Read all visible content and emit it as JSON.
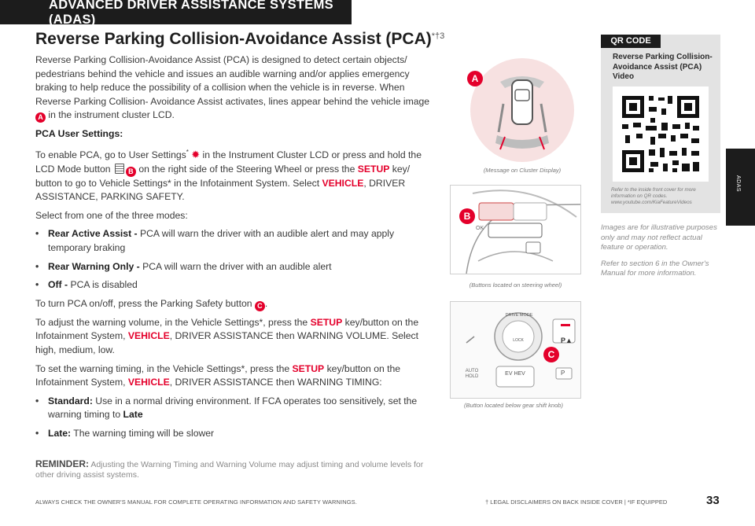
{
  "header": {
    "banner": "ADVANCED DRIVER ASSISTANCE SYSTEMS (ADAS)"
  },
  "title": {
    "text": "Reverse Parking Collision-Avoidance Assist (PCA)",
    "superscript": "*†3"
  },
  "intro": {
    "p1": "Reverse Parking Collision-Avoidance Assist (PCA) is designed to detect certain objects/ pedestrians behind the vehicle and issues an audible warning and/or applies emergency braking to help reduce the possibility of a collision when the vehicle is in reverse. When Reverse Parking Collision- Avoidance Assist activates, lines appear behind the vehicle image",
    "p1_marker": "A",
    "p1_end": "in the instrument cluster LCD."
  },
  "settings": {
    "heading": "PCA User Settings:",
    "p1_a": "To enable PCA, go to User Settings",
    "p1_star": "*",
    "p1_b": "in the Instrument Cluster LCD or press and hold the LCD Mode button",
    "p1_marker": "B",
    "p1_c": "on the right side of the Steering Wheel or press the",
    "setup": "SETUP",
    "p1_d": "key/ button to go to Vehicle Settings* in the Infotainment System. Select",
    "vehicle": "VEHICLE",
    "p1_e": ", DRIVER ASSISTANCE, PARKING SAFETY.",
    "select_modes": "Select from one of the three modes:",
    "modes": [
      {
        "name": "Rear Active Assist -",
        "desc": "PCA will warn the driver with an audible alert and may apply temporary braking"
      },
      {
        "name": "Rear Warning Only -",
        "desc": "PCA will warn the driver with an audible alert"
      },
      {
        "name": "Off -",
        "desc": "PCA is disabled"
      }
    ],
    "toggle_a": "To turn PCA on/off, press the Parking Safety button",
    "toggle_marker": "C",
    "toggle_end": ".",
    "vol_a": "To adjust the warning volume, in the Vehicle Settings*, press the",
    "vol_b": "key/button on the Infotainment System,",
    "vol_c": ", DRIVER ASSISTANCE then WARNING VOLUME. Select high, medium, low.",
    "timing_a": "To set the warning timing, in the Vehicle Settings*, press the",
    "timing_b": "key/button on the Infotainment System,",
    "timing_c": ", DRIVER ASSISTANCE then WARNING TIMING:",
    "timings": [
      {
        "name": "Standard:",
        "desc": "Use in a normal driving environment. If FCA operates too sensitively, set the warning timing to",
        "tail": "Late"
      },
      {
        "name": "Late:",
        "desc": "The warning timing will be slower",
        "tail": ""
      }
    ]
  },
  "reminder": {
    "label": "REMINDER:",
    "text": "Adjusting the Warning Timing and Warning Volume may adjust timing and volume levels for other driving assist systems."
  },
  "images": {
    "marker_a": "A",
    "marker_b": "B",
    "marker_c": "C",
    "cap_cluster": "(Message on Cluster Display)",
    "cap_wheel": "(Buttons located on steering wheel)",
    "cap_knob": "(Button located below gear shift knob)",
    "knob_ring": "DRIVE MODE",
    "knob_center": "LOCK",
    "auto_hold": "AUTO HOLD",
    "ev_hev": "EV HEV",
    "p_label": "P",
    "wheel_ok": "OK"
  },
  "qr": {
    "tag": "QR CODE",
    "title": "Reverse Parking Collision-Avoidance Assist (PCA) Video",
    "note": "Refer to the inside front cover for more information on QR codes. www.youtube.com/KiaFeatureVideos"
  },
  "sidenotes": {
    "n1": "Images are for illustrative purposes only and may not reflect actual feature or operation.",
    "n2": "Refer to section 6 in the Owner's Manual for more information."
  },
  "sidetab": {
    "label": "ADAS"
  },
  "footer": {
    "left": "ALWAYS CHECK THE OWNER'S MANUAL FOR COMPLETE OPERATING INFORMATION AND SAFETY WARNINGS.",
    "right": "† LEGAL DISCLAIMERS ON BACK INSIDE COVER | *IF EQUIPPED",
    "page": "33"
  },
  "colors": {
    "accent": "#e4002b",
    "banner": "#1c1c1c",
    "panel": "#e3e3e3"
  }
}
